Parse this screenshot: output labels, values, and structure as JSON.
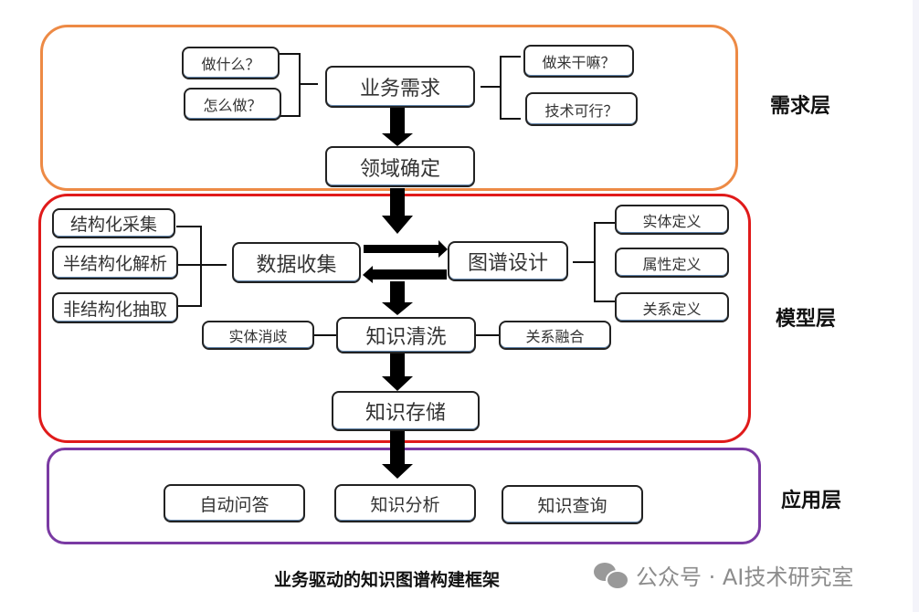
{
  "layers": {
    "requirement": {
      "label": "需求层",
      "color": "#ed8a45",
      "main": "业务需求",
      "left_items": [
        "做什么？",
        "怎么做？"
      ],
      "right_items": [
        "做来干嘛？",
        "技术可行？"
      ],
      "domain": "领域确定"
    },
    "model": {
      "label": "模型层",
      "color": "#e01a1a",
      "data_collection": "数据收集",
      "collection_items": [
        "结构化采集",
        "半结构化解析",
        "非结构化抽取"
      ],
      "graph_design": "图谱设计",
      "design_items": [
        "实体定义",
        "属性定义",
        "关系定义"
      ],
      "cleaning": "知识清洗",
      "entity_disambiguation": "实体消歧",
      "relation_fusion": "关系融合",
      "storage": "知识存储"
    },
    "application": {
      "label": "应用层",
      "color": "#7a3aa3",
      "items": [
        "自动问答",
        "知识分析",
        "知识查询"
      ]
    }
  },
  "caption": "业务驱动的知识图谱构建框架",
  "watermark": "公众号 · AI技术研究室"
}
